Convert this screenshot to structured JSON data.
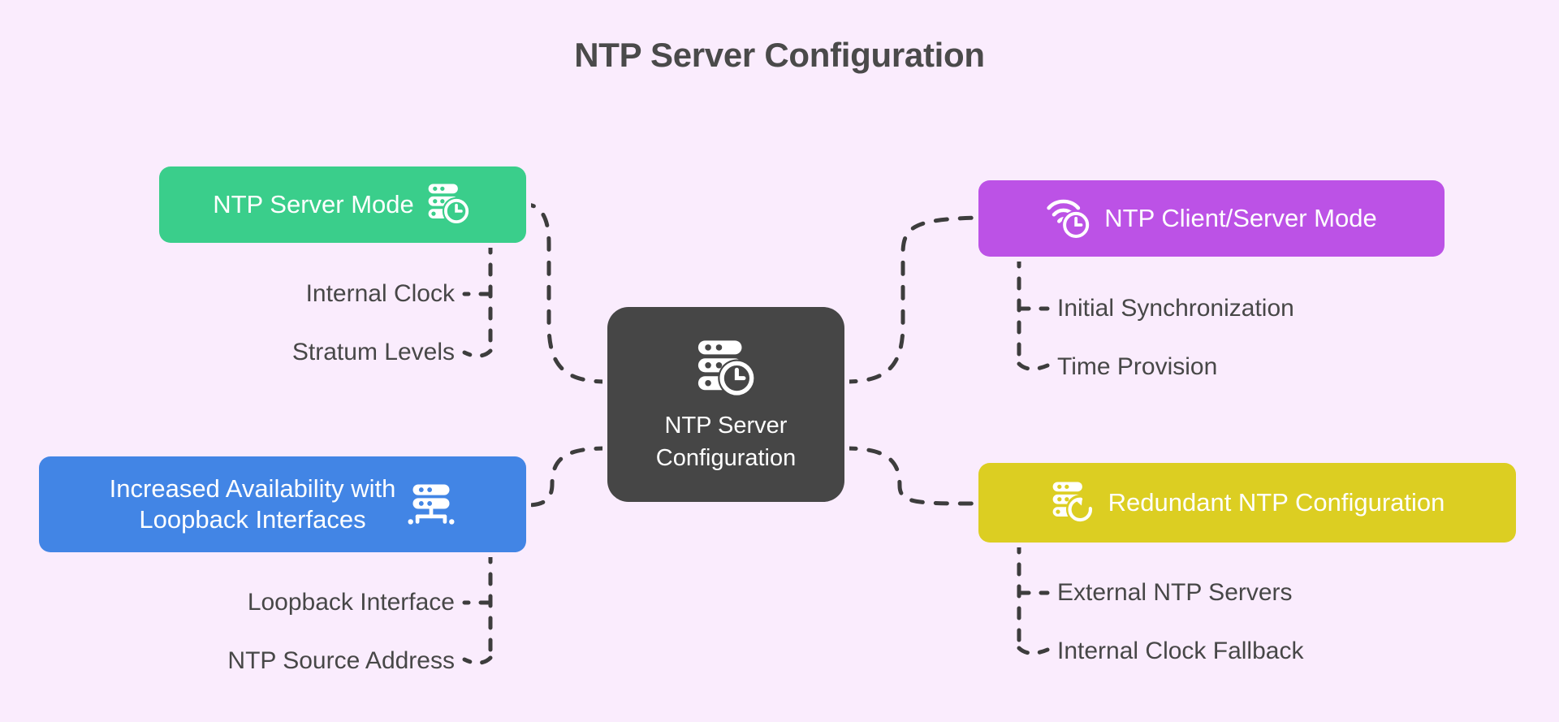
{
  "title": "NTP Server Configuration",
  "colors": {
    "background": "#FAECFD",
    "title_text": "#4A4A4A",
    "leaf_text": "#474747",
    "connector": "#3D3D3D",
    "central": "#464646",
    "green": "#3ACE8B",
    "purple": "#BC52E6",
    "blue": "#4285E5",
    "yellow": "#DCCE22"
  },
  "central": {
    "label": "NTP Server\nConfiguration",
    "icon": "server-clock-icon"
  },
  "branches": [
    {
      "id": "ntp-server-mode",
      "label": "NTP Server Mode",
      "icon": "server-clock-icon",
      "icon_side": "right",
      "color": "#3ACE8B",
      "children": [
        {
          "label": "Internal Clock"
        },
        {
          "label": "Stratum Levels"
        }
      ]
    },
    {
      "id": "ntp-client-server-mode",
      "label": "NTP Client/Server Mode",
      "icon": "wifi-clock-icon",
      "icon_side": "left",
      "color": "#BC52E6",
      "children": [
        {
          "label": "Initial Synchronization"
        },
        {
          "label": "Time Provision"
        }
      ]
    },
    {
      "id": "increased-availability-loopback",
      "label": "Increased Availability with\nLoopback Interfaces",
      "icon": "server-network-icon",
      "icon_side": "right",
      "color": "#4285E5",
      "children": [
        {
          "label": "Loopback Interface"
        },
        {
          "label": "NTP Source Address"
        }
      ]
    },
    {
      "id": "redundant-ntp-configuration",
      "label": "Redundant NTP Configuration",
      "icon": "server-refresh-icon",
      "icon_side": "left",
      "color": "#DCCE22",
      "children": [
        {
          "label": "External NTP Servers"
        },
        {
          "label": "Internal Clock Fallback"
        }
      ]
    }
  ]
}
